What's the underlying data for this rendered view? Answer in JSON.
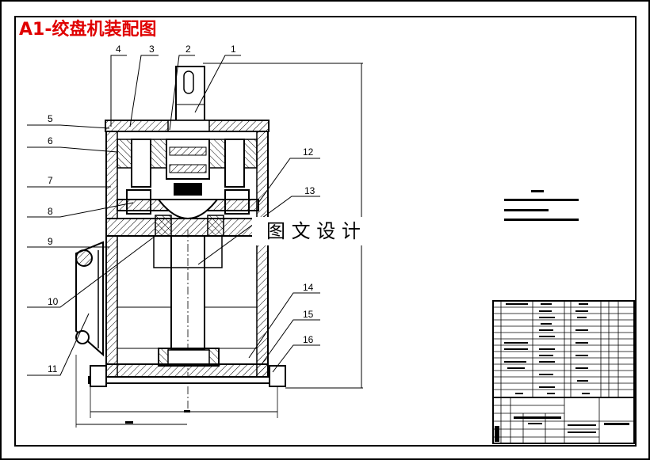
{
  "drawing": {
    "title": "A1-绞盘机装配图",
    "watermark": "图 文 设 计",
    "part_numbers": [
      "1",
      "2",
      "3",
      "4",
      "5",
      "6",
      "7",
      "8",
      "9",
      "10",
      "11",
      "12",
      "13",
      "14",
      "15",
      "16"
    ]
  },
  "colors": {
    "title": "#e00000",
    "line": "#000000",
    "hatch": "#000000",
    "paper": "#ffffff"
  }
}
